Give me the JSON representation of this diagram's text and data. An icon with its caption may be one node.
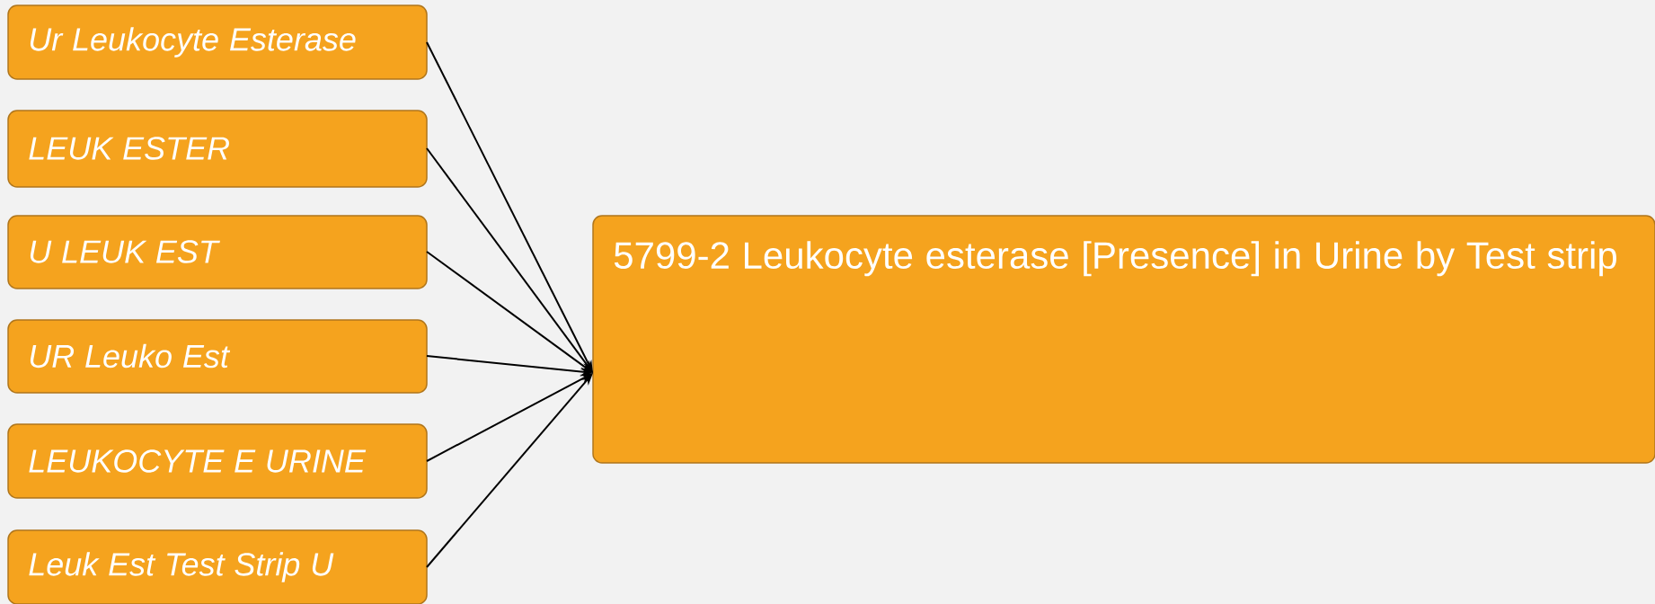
{
  "diagram": {
    "nodes": [
      {
        "text": [
          "Ur Leukocyte Esterase"
        ]
      },
      {
        "text": [
          "LEUK ESTER"
        ]
      },
      {
        "text": [
          "U LEUK EST"
        ]
      },
      {
        "text": [
          "UR Leuko Est"
        ]
      },
      {
        "text": [
          "LEUKOCYTE E URINE"
        ]
      },
      {
        "text": [
          "Leuk Est Test Strip U"
        ]
      },
      {
        "text": [
          "5799-2 Leukocyte esterase [Presence] in Urine by Test strip"
        ]
      }
    ],
    "edges": [
      {
        "from": 0,
        "to": 6,
        "arrow": "to"
      },
      {
        "from": 1,
        "to": 6,
        "arrow": "to"
      },
      {
        "from": 2,
        "to": 6,
        "arrow": "to"
      },
      {
        "from": 3,
        "to": 6,
        "arrow": "to"
      },
      {
        "from": 4,
        "to": 6,
        "arrow": "to"
      },
      {
        "from": 5,
        "to": 6,
        "arrow": "to"
      }
    ]
  }
}
